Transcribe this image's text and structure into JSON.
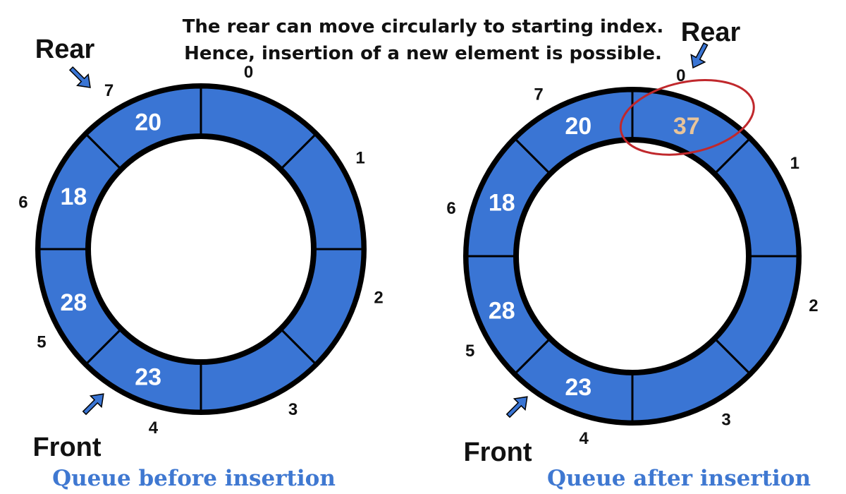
{
  "caption": {
    "line1": "The rear can move circularly to starting index.",
    "line2": "Hence, insertion of a new element is possible."
  },
  "colors": {
    "segment_fill": "#3a75d4",
    "ring_outline": "#000000",
    "value_text": "#ffffff",
    "new_value_text": "#e8c49a",
    "highlight_circle": "#c0282c",
    "caption_blue": "#3f78d1",
    "pointer_arrow": "#3a75d4"
  },
  "queues": [
    {
      "label": "Queue before insertion",
      "front_label": "Front",
      "front_index": 4,
      "rear_label": "Rear",
      "rear_index": 7,
      "segments": [
        {
          "index": 0,
          "index_label": "0",
          "value": ""
        },
        {
          "index": 1,
          "index_label": "1",
          "value": ""
        },
        {
          "index": 2,
          "index_label": "2",
          "value": ""
        },
        {
          "index": 3,
          "index_label": "3",
          "value": ""
        },
        {
          "index": 4,
          "index_label": "4",
          "value": "23"
        },
        {
          "index": 5,
          "index_label": "5",
          "value": "28"
        },
        {
          "index": 6,
          "index_label": "6",
          "value": "18"
        },
        {
          "index": 7,
          "index_label": "7",
          "value": "20"
        }
      ]
    },
    {
      "label": "Queue after insertion",
      "front_label": "Front",
      "front_index": 4,
      "rear_label": "Rear",
      "rear_index": 0,
      "new_element_index": 0,
      "segments": [
        {
          "index": 0,
          "index_label": "0",
          "value": "37"
        },
        {
          "index": 1,
          "index_label": "1",
          "value": ""
        },
        {
          "index": 2,
          "index_label": "2",
          "value": ""
        },
        {
          "index": 3,
          "index_label": "3",
          "value": ""
        },
        {
          "index": 4,
          "index_label": "4",
          "value": "23"
        },
        {
          "index": 5,
          "index_label": "5",
          "value": "28"
        },
        {
          "index": 6,
          "index_label": "6",
          "value": "18"
        },
        {
          "index": 7,
          "index_label": "7",
          "value": "20"
        }
      ]
    }
  ]
}
